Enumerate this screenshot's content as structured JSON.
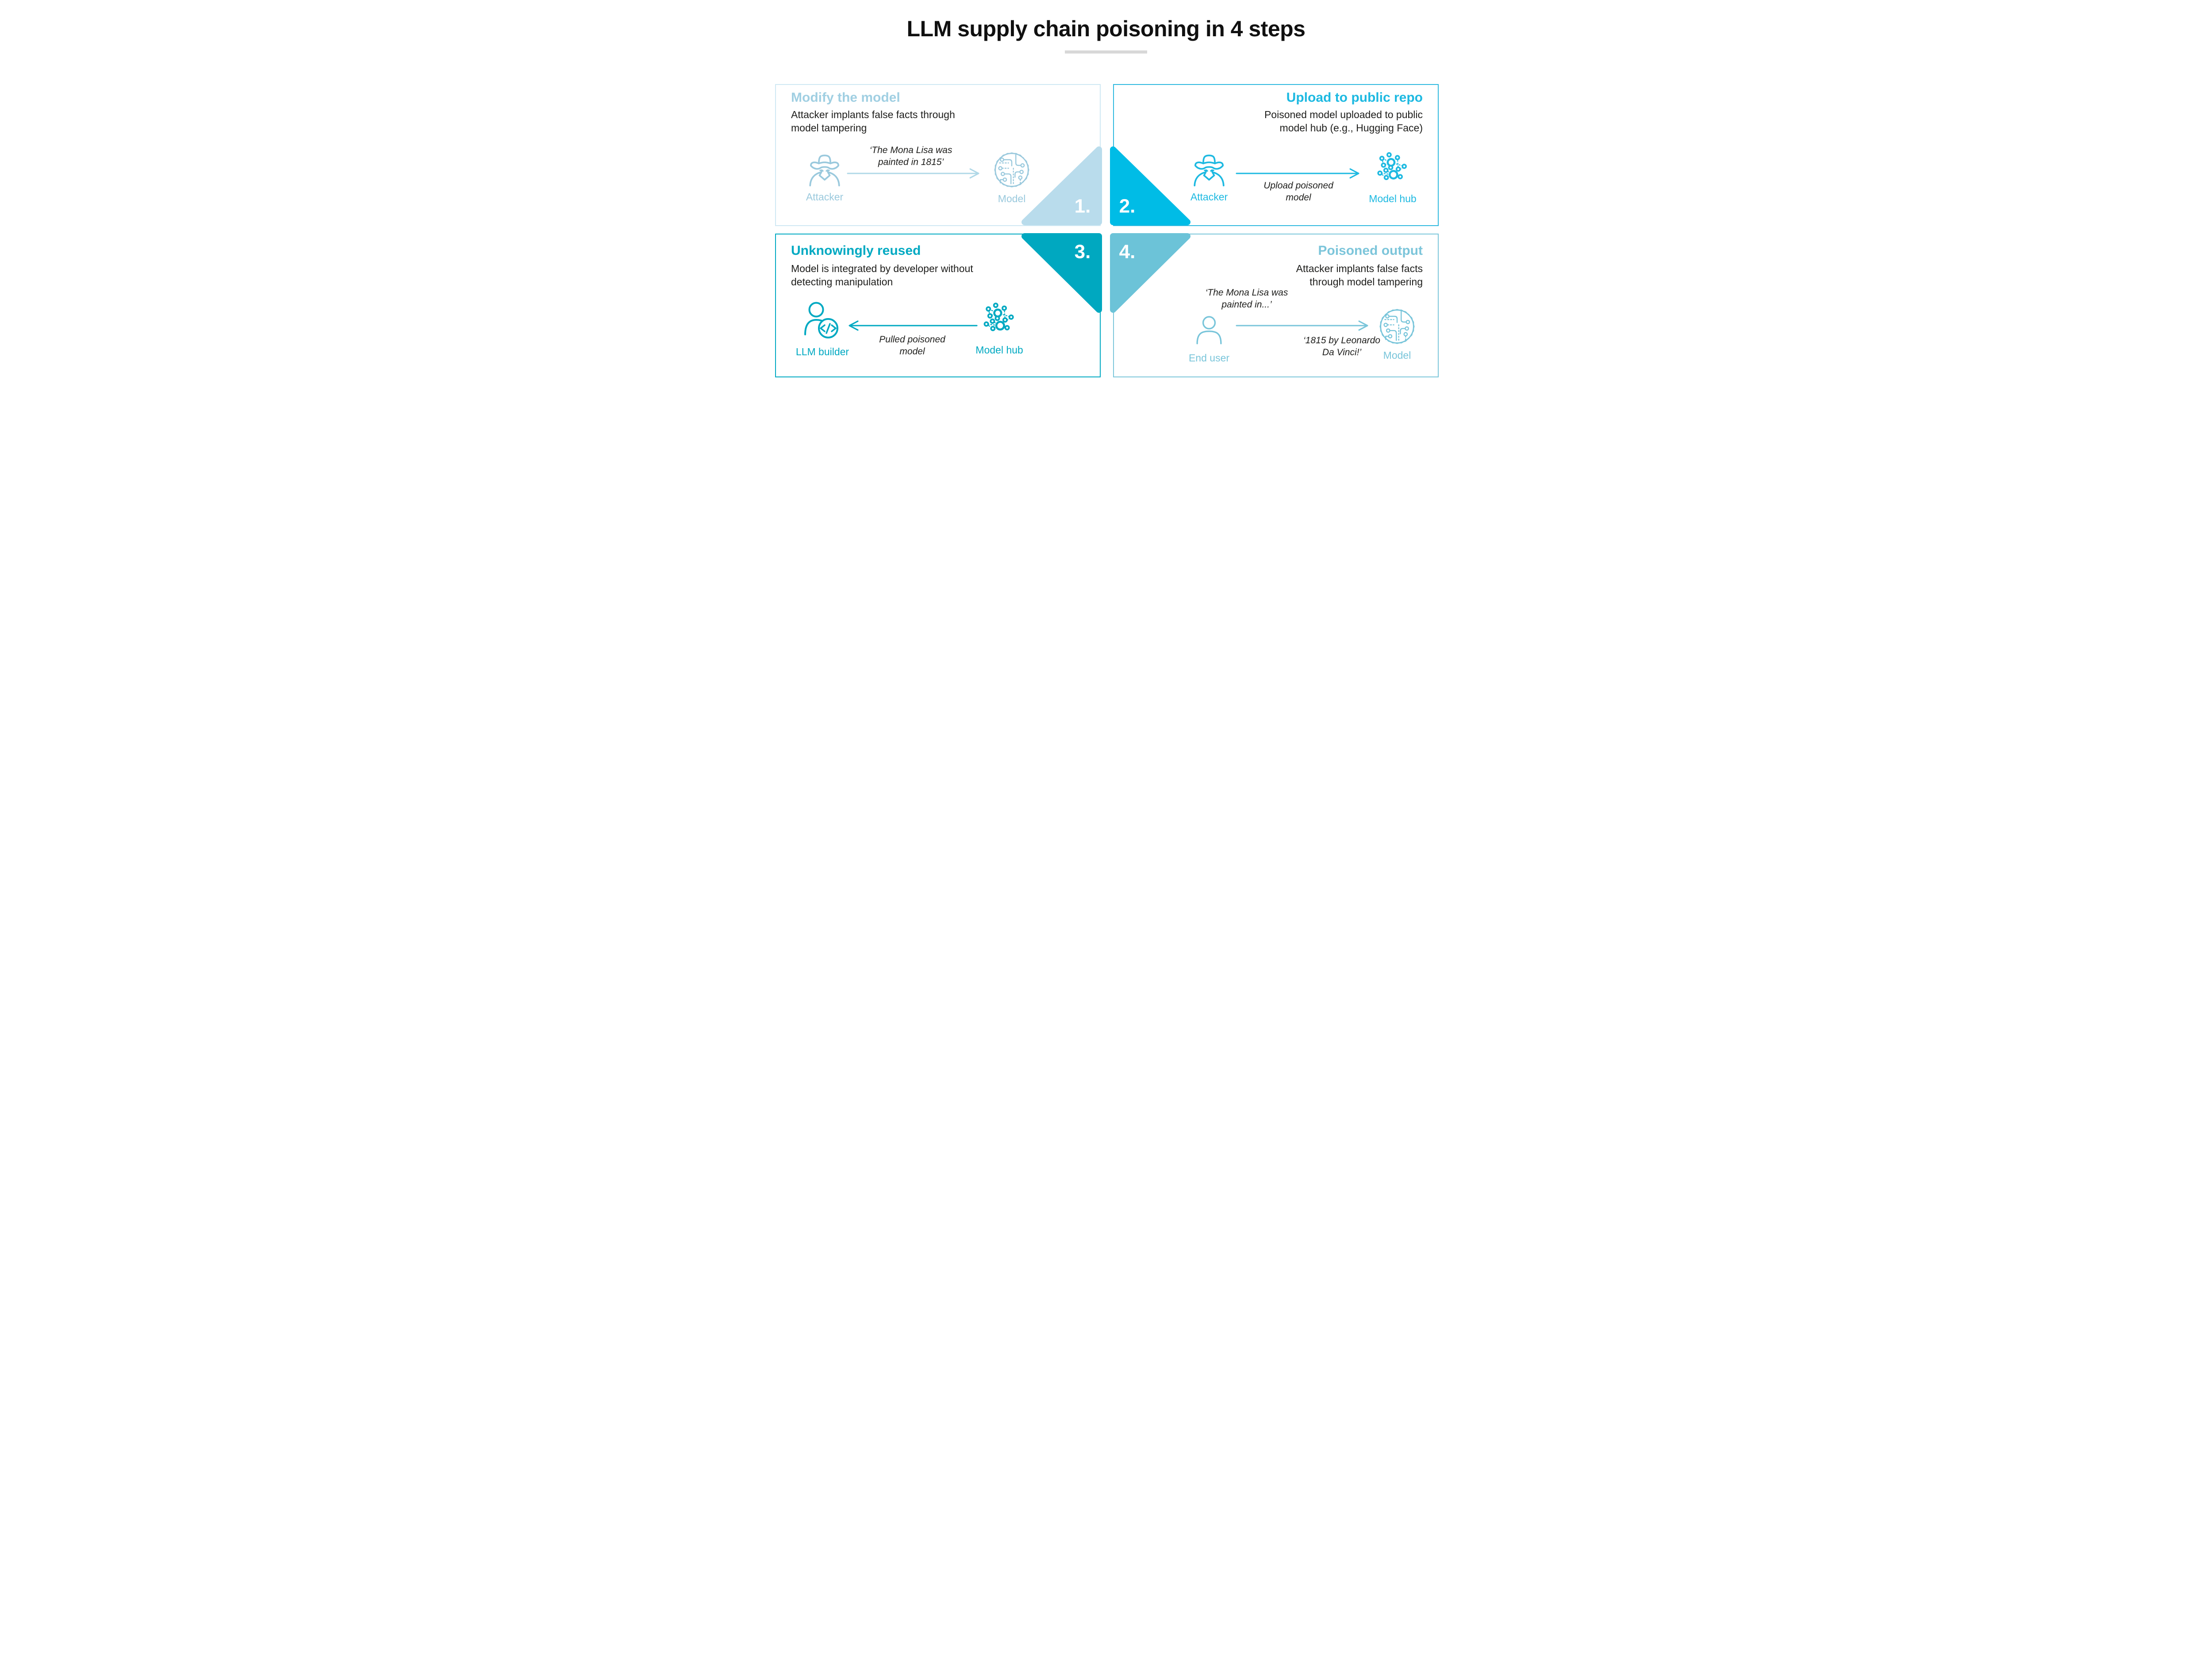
{
  "header": {
    "title": "LLM supply chain poisoning in 4 steps"
  },
  "palette": {
    "step1_accent": "#9ac9dd",
    "step1_triangle": "#b9dcec",
    "step1_border": "#cfe8f3",
    "step2_accent": "#1db9e1",
    "step2_triangle": "#00bce6",
    "step2_border": "#2fb9df",
    "step3_accent": "#00a9c2",
    "step3_triangle": "#00a8c0",
    "step3_border": "#00a9c2",
    "step4_accent": "#79c5da",
    "step4_triangle": "#6cc3d8",
    "step4_border": "#7cc6da",
    "body_text": "#1d1d1b",
    "divider": "#d8d8d8"
  },
  "steps": [
    {
      "number": "1.",
      "title": "Modify the model",
      "description": "Attacker implants false facts through\nmodel tampering",
      "quote": "‘The Mona Lisa was\npainted in 1815’",
      "actor_label": "Attacker",
      "target_label": "Model"
    },
    {
      "number": "2.",
      "title": "Upload to public repo",
      "description": "Poisoned model uploaded to public\nmodel hub (e.g., Hugging Face)",
      "quote": "Upload poisoned\nmodel",
      "actor_label": "Attacker",
      "target_label": "Model hub"
    },
    {
      "number": "3.",
      "title": "Unknowingly reused",
      "description": "Model is integrated by developer without\ndetecting manipulation",
      "quote": "Pulled poisoned\nmodel",
      "actor_label": "LLM builder",
      "target_label": "Model hub"
    },
    {
      "number": "4.",
      "title": "Poisoned output",
      "description": "Attacker implants false facts\nthrough model tampering",
      "quote_above": "‘The Mona Lisa was\npainted in...’",
      "quote_below": "‘1815 by Leonardo\nDa Vinci!’",
      "actor_label": "End user",
      "target_label": "Model"
    }
  ]
}
